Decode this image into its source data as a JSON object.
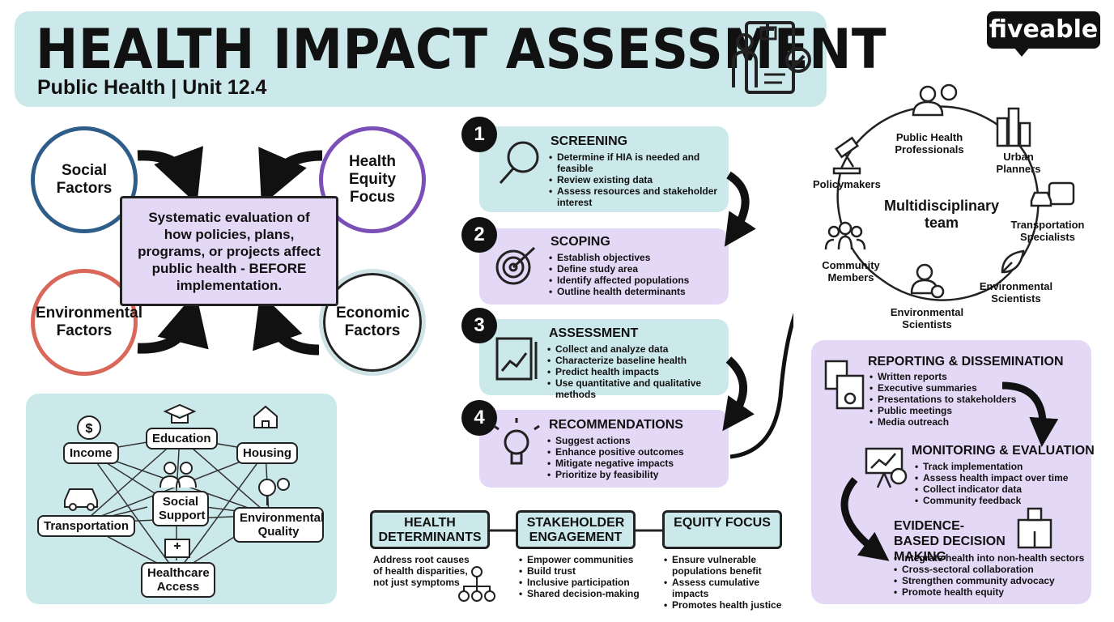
{
  "header": {
    "title": "HEALTH IMPACT ASSESSMENT",
    "subtitle": "Public Health | Unit 12.4",
    "brand": "fiveable"
  },
  "factors": {
    "social": "Social Factors",
    "equity": "Health Equity Focus",
    "environmental": "Environmental Factors",
    "economic": "Economic Factors",
    "definition": "Systematic evaluation of how policies, plans, programs, or projects affect public health - BEFORE implementation."
  },
  "determinants": {
    "income": "Income",
    "education": "Education",
    "housing": "Housing",
    "social_support": "Social Support",
    "transportation": "Transportation",
    "environmental_quality": "Environmental Quality",
    "healthcare_access": "Healthcare Access"
  },
  "steps": [
    {
      "number": "1",
      "title": "SCREENING",
      "bullets": [
        "Determine if HIA is needed and feasible",
        "Review existing data",
        "Assess resources and stakeholder interest"
      ]
    },
    {
      "number": "2",
      "title": "SCOPING",
      "bullets": [
        "Establish objectives",
        "Define study area",
        "Identify affected populations",
        "Outline health determinants"
      ]
    },
    {
      "number": "3",
      "title": "ASSESSMENT",
      "bullets": [
        "Collect and analyze data",
        "Characterize baseline health",
        "Predict health impacts",
        "Use quantitative and qualitative methods"
      ]
    },
    {
      "number": "4",
      "title": "RECOMMENDATIONS",
      "bullets": [
        "Suggest actions",
        "Enhance positive outcomes",
        "Mitigate negative impacts",
        "Prioritize by feasibility"
      ]
    }
  ],
  "principles": [
    {
      "title": "HEALTH DETERMINANTS",
      "text": "Address root causes of health disparities, not just symptoms"
    },
    {
      "title": "STAKEHOLDER ENGAGEMENT",
      "bullets": [
        "Empower communities",
        "Build trust",
        "Inclusive participation",
        "Shared decision-making"
      ]
    },
    {
      "title": "EQUITY FOCUS",
      "bullets": [
        "Ensure vulnerable populations benefit",
        "Assess cumulative impacts",
        "Promotes health justice"
      ]
    }
  ],
  "team": {
    "center": "Multidisciplinary team",
    "members": [
      "Public Health Professionals",
      "Urban Planners",
      "Transportation Specialists",
      "Environmental Scientists",
      "Environmental Scientists",
      "Community Members",
      "Policymakers"
    ]
  },
  "later_stages": [
    {
      "title": "REPORTING & DISSEMINATION",
      "bullets": [
        "Written reports",
        "Executive summaries",
        "Presentations to stakeholders",
        "Public meetings",
        "Media outreach"
      ]
    },
    {
      "title": "MONITORING & EVALUATION",
      "bullets": [
        "Track implementation",
        "Assess health impact over time",
        "Collect indicator data",
        "Community feedback"
      ]
    },
    {
      "title": "EVIDENCE-BASED DECISION MAKING",
      "bullets": [
        "Integrate health into non-health sectors",
        "Cross-sectoral collaboration",
        "Strengthen community advocacy",
        "Promote health equity"
      ]
    }
  ],
  "colors": {
    "teal": "#cbe8ea",
    "lavender": "#e3d9f7",
    "blue_ring": "#2f5d8a",
    "purple_ring": "#7b4fb8",
    "red_ring": "#d9675a",
    "light_ring": "#cfe3e6"
  }
}
